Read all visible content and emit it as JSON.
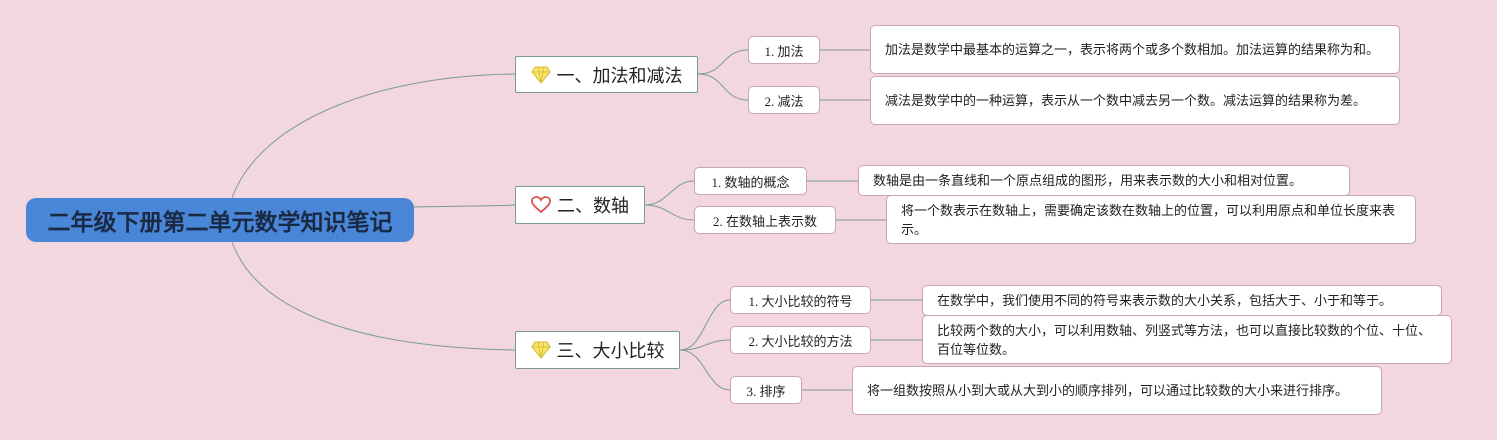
{
  "root": {
    "title": "二年级下册第二单元数学知识笔记"
  },
  "branches": [
    {
      "title": "一、加法和减法",
      "icon": "diamond-icon",
      "children": [
        {
          "label": "1. 加法",
          "desc": "加法是数学中最基本的运算之一，表示将两个或多个数相加。加法运算的结果称为和。"
        },
        {
          "label": "2. 减法",
          "desc": "减法是数学中的一种运算，表示从一个数中减去另一个数。减法运算的结果称为差。"
        }
      ]
    },
    {
      "title": "二、数轴",
      "icon": "heart-icon",
      "children": [
        {
          "label": "1. 数轴的概念",
          "desc": "数轴是由一条直线和一个原点组成的图形，用来表示数的大小和相对位置。"
        },
        {
          "label": "2. 在数轴上表示数",
          "desc": "将一个数表示在数轴上，需要确定该数在数轴上的位置，可以利用原点和单位长度来表示。"
        }
      ]
    },
    {
      "title": "三、大小比较",
      "icon": "diamond-icon",
      "children": [
        {
          "label": "1. 大小比较的符号",
          "desc": "在数学中，我们使用不同的符号来表示数的大小关系，包括大于、小于和等于。"
        },
        {
          "label": "2. 大小比较的方法",
          "desc": "比较两个数的大小，可以利用数轴、列竖式等方法，也可以直接比较数的个位、十位、百位等位数。"
        },
        {
          "label": "3. 排序",
          "desc": "将一组数按照从小到大或从大到小的顺序排列，可以通过比较数的大小来进行排序。"
        }
      ]
    }
  ],
  "colors": {
    "background": "#f2d7df",
    "root": "#4a86d8",
    "line": "#7a9a94",
    "diamond": "#f5e66a",
    "heart": "#d9534f"
  }
}
